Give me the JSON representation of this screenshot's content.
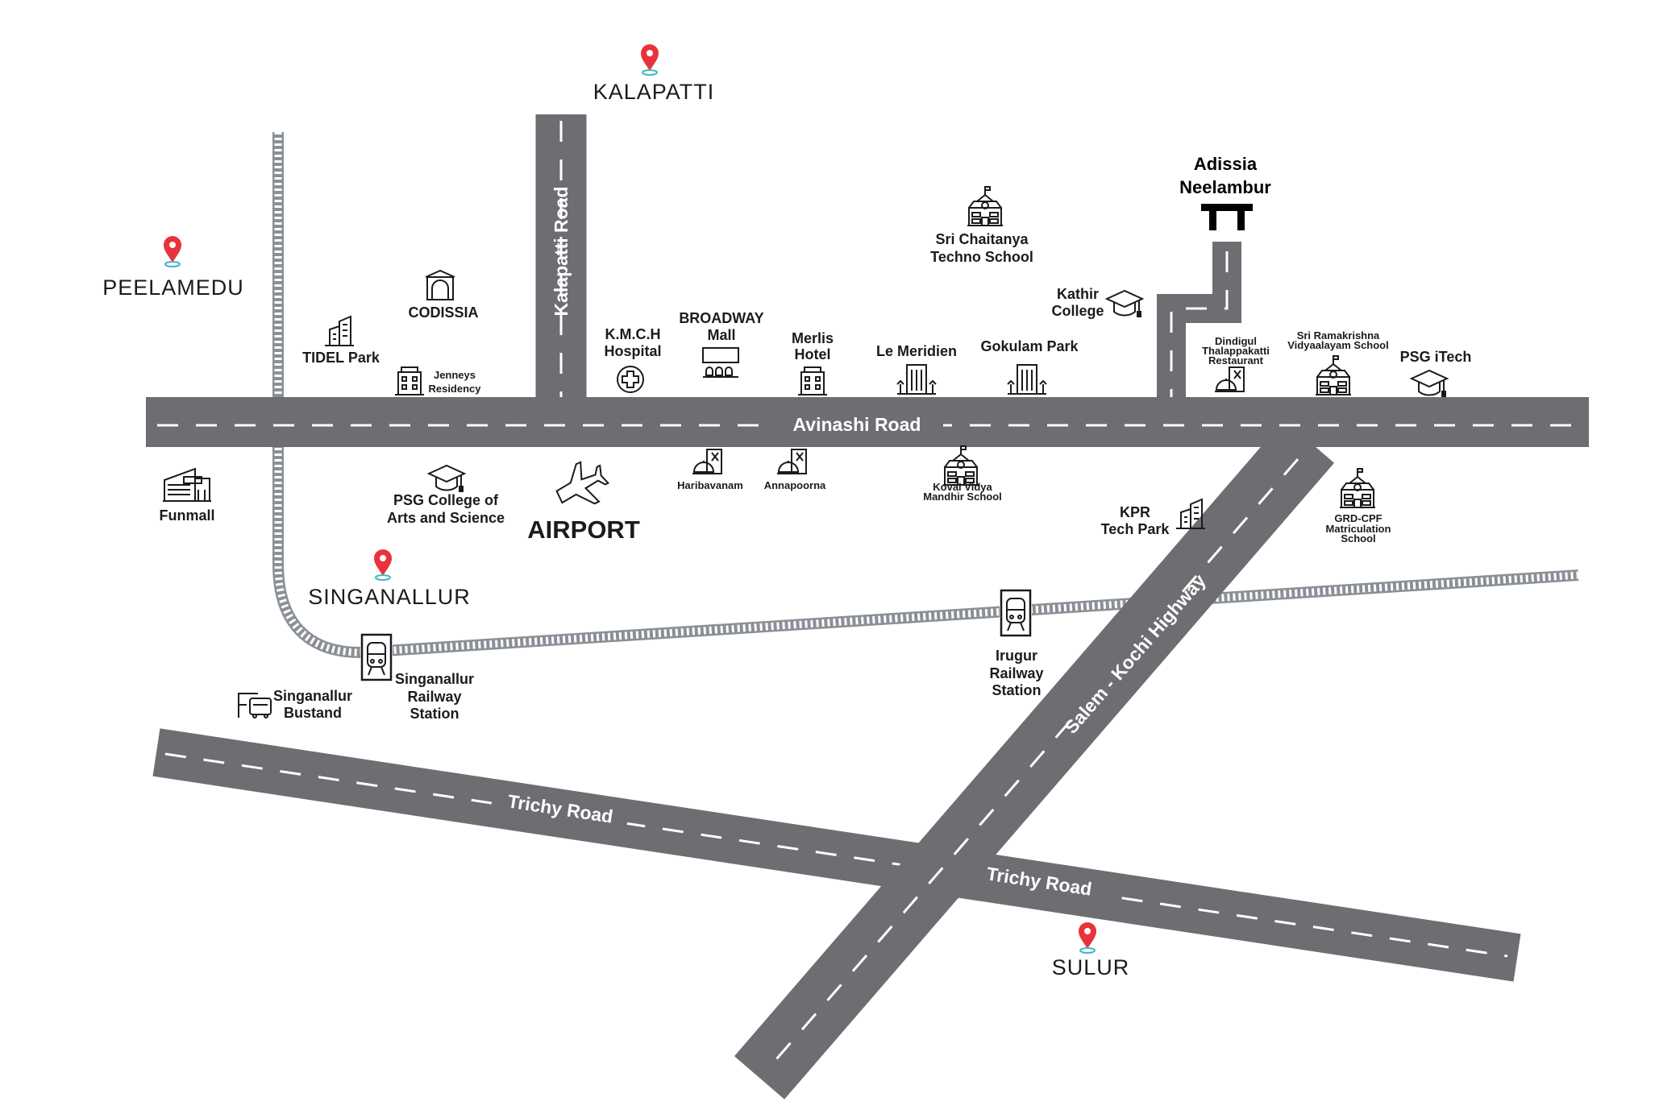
{
  "colors": {
    "road": "#6d6e71",
    "rail": "#8b9097",
    "pin": "#e8333c",
    "pin_base": "#3fb8c2",
    "text": "#1b1b1b"
  },
  "areas": {
    "kalapatti": "KALAPATTI",
    "peelamedu": "PEELAMEDU",
    "singanallur": "SINGANALLUR",
    "airport": "AIRPORT",
    "sulur": "SULUR"
  },
  "destination": {
    "lines": [
      "Adissia",
      "Neelambur"
    ]
  },
  "roads": {
    "avinashi": "Avinashi Road",
    "kalapatti": "Kalapatti Road",
    "salem_kochi": "Salem - Kochi Highway",
    "trichy_1": "Trichy Road",
    "trichy_2": "Trichy Road"
  },
  "landmarks": {
    "sri_chaitanya": {
      "lines": [
        "Sri Chaitanya",
        "Techno School"
      ],
      "icon": "school-icon"
    },
    "kathir": {
      "lines": [
        "Kathir",
        "College"
      ],
      "icon": "graduation-cap-icon"
    },
    "codissia": {
      "lines": [
        "CODISSIA"
      ],
      "icon": "exhibition-hall-icon"
    },
    "tidel": {
      "lines": [
        "TIDEL Park"
      ],
      "icon": "office-building-icon"
    },
    "jenneys": {
      "lines": [
        "Jenneys",
        "Residency"
      ],
      "icon": "hotel-icon"
    },
    "kmch": {
      "lines": [
        "K.M.C.H",
        "Hospital"
      ],
      "icon": "hospital-icon"
    },
    "broadway": {
      "lines": [
        "BROADWAY",
        "Mall"
      ],
      "icon": "cinema-icon"
    },
    "merlis": {
      "lines": [
        "Merlis",
        "Hotel"
      ],
      "icon": "hotel-icon"
    },
    "le_meridien": {
      "lines": [
        "Le Meridien"
      ],
      "icon": "resort-icon"
    },
    "gokulam": {
      "lines": [
        "Gokulam Park"
      ],
      "icon": "resort-icon"
    },
    "dindigul": {
      "lines": [
        "Dindigul",
        "Thalappakatti",
        "Restaurant"
      ],
      "icon": "restaurant-icon"
    },
    "sri_ramakrishna": {
      "lines": [
        "Sri Ramakrishna",
        "Vidyaalayam School"
      ],
      "icon": "school-icon"
    },
    "psg_itech": {
      "lines": [
        "PSG iTech"
      ],
      "icon": "graduation-cap-icon"
    },
    "funmall": {
      "lines": [
        "Funmall"
      ],
      "icon": "mall-icon"
    },
    "psg_arts": {
      "lines": [
        "PSG College of",
        "Arts and Science"
      ],
      "icon": "graduation-cap-icon"
    },
    "haribavanam": {
      "lines": [
        "Haribavanam"
      ],
      "icon": "restaurant-icon"
    },
    "annapoorna": {
      "lines": [
        "Annapoorna"
      ],
      "icon": "restaurant-icon"
    },
    "kovai_vidya": {
      "lines": [
        "Kovai Vidya",
        "Mandhir School"
      ],
      "icon": "school-icon"
    },
    "kpr": {
      "lines": [
        "KPR",
        "Tech Park"
      ],
      "icon": "office-building-icon"
    },
    "grd_cpf": {
      "lines": [
        "GRD-CPF",
        "Matriculation",
        "School"
      ],
      "icon": "school-icon"
    },
    "irugur": {
      "lines": [
        "Irugur",
        "Railway",
        "Station"
      ],
      "icon": "train-icon"
    },
    "singanallur_rs": {
      "lines": [
        "Singanallur",
        "Railway",
        "Station"
      ],
      "icon": "train-icon"
    },
    "singanallur_bus": {
      "lines": [
        "Singanallur",
        "Bustand"
      ],
      "icon": "bus-stand-icon"
    }
  }
}
